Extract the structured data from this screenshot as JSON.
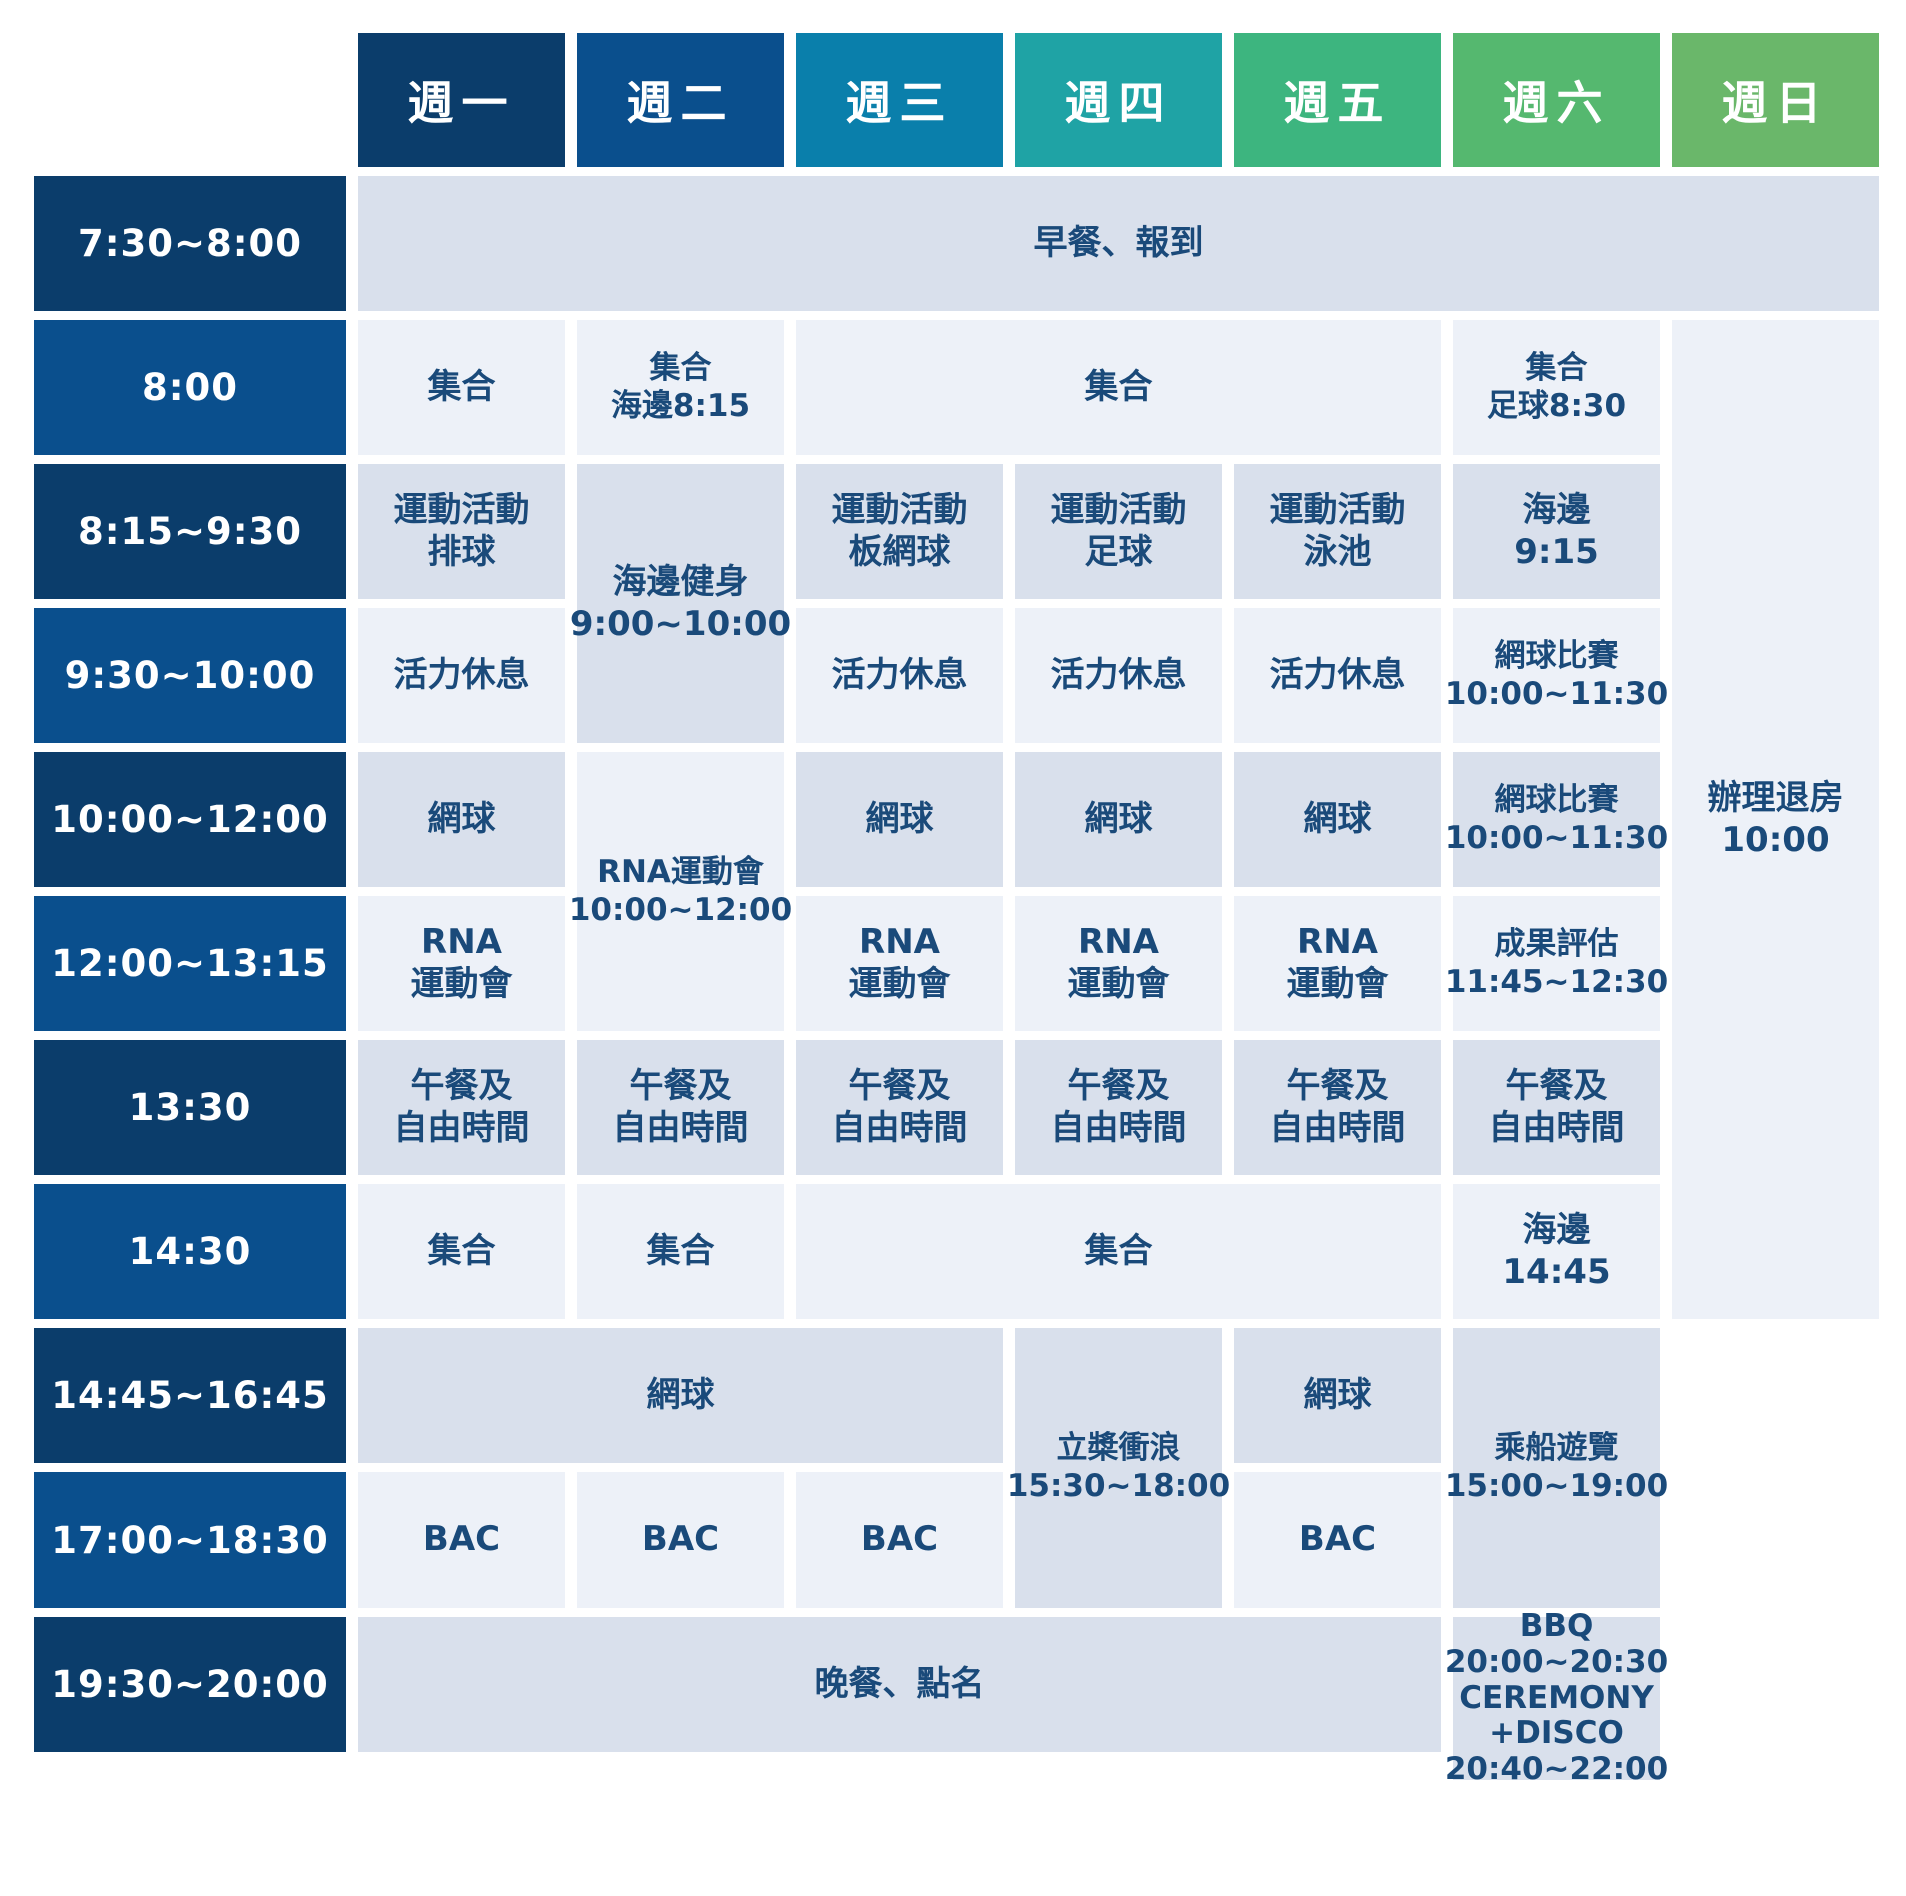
{
  "colors": {
    "days": [
      "#0b3d6b",
      "#0a4f8d",
      "#0a7fab",
      "#1fa3a5",
      "#3db57f",
      "#55b86f",
      "#6ab76a"
    ],
    "time_dark": "#0b3d6b",
    "time_mid": "#0a4f8d",
    "cell_light": "#edf1f8",
    "cell_mid": "#d9e0ec",
    "text": "#1a4a7a"
  },
  "days": [
    "週一",
    "週二",
    "週三",
    "週四",
    "週五",
    "週六",
    "週日"
  ],
  "times": [
    "7:30~8:00",
    "8:00",
    "8:15~9:30",
    "9:30~10:00",
    "10:00~12:00",
    "12:00~13:15",
    "13:30",
    "14:30",
    "14:45~16:45",
    "17:00~18:30",
    "19:30~20:00"
  ],
  "cells": {
    "breakfast": "早餐、報到",
    "mon_gather1": "集合",
    "tue_gather1": "集合\n海邊8:15",
    "wed_fri_gather1": "集合",
    "sat_gather1": "集合\n足球8:30",
    "sun_checkout": "辦理退房\n10:00",
    "mon_sport": "運動活動\n排球",
    "tue_beach_fitness": "海邊健身\n9:00~10:00",
    "wed_sport": "運動活動\n板網球",
    "thu_sport": "運動活動\n足球",
    "fri_sport": "運動活動\n泳池",
    "sat_beach1": "海邊\n9:15",
    "mon_break": "活力休息",
    "wed_break": "活力休息",
    "thu_break": "活力休息",
    "fri_break": "活力休息",
    "sat_tennis_match1": "網球比賽\n10:00~11:30",
    "mon_tennis1": "網球",
    "tue_rna": "RNA運動會\n10:00~12:00",
    "wed_tennis1": "網球",
    "thu_tennis1": "網球",
    "fri_tennis1": "網球",
    "sat_tennis_match2": "網球比賽\n10:00~11:30",
    "mon_rna": "RNA\n運動會",
    "wed_rna": "RNA\n運動會",
    "thu_rna": "RNA\n運動會",
    "fri_rna": "RNA\n運動會",
    "sat_eval": "成果評估\n11:45~12:30",
    "mon_lunch": "午餐及\n自由時間",
    "tue_lunch": "午餐及\n自由時間",
    "wed_lunch": "午餐及\n自由時間",
    "thu_lunch": "午餐及\n自由時間",
    "fri_lunch": "午餐及\n自由時間",
    "sat_lunch": "午餐及\n自由時間",
    "mon_gather2": "集合",
    "tue_gather2": "集合",
    "wed_fri_gather2": "集合",
    "sat_beach2": "海邊\n14:45",
    "mon_wed_tennis": "網球",
    "thu_sup": "立槳衝浪\n15:30~18:00",
    "fri_tennis2": "網球",
    "sat_boat": "乘船遊覽\n15:00~19:00",
    "mon_bac": "BAC",
    "tue_bac": "BAC",
    "wed_bac": "BAC",
    "fri_bac": "BAC",
    "dinner": "晚餐、點名",
    "sat_bbq": "BBQ\n20:00~20:30\nCEREMONY\n+DISCO\n20:40~22:00"
  }
}
